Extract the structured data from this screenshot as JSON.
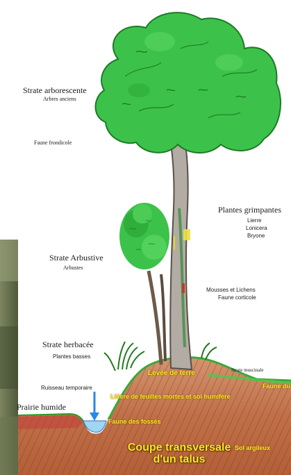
{
  "strata": {
    "arborescente": {
      "title": "Strate arborescente",
      "sub": "Arbres anciens"
    },
    "faune_frondicole": "Faune frondicole",
    "arbustive": {
      "title": "Strate Arbustive",
      "sub": "Arbustes"
    },
    "herbacee": {
      "title": "Strate herbacée",
      "sub": "Plantes basses"
    },
    "muscinale": "Strate muscinale"
  },
  "climbers": {
    "title": "Plantes grimpantes",
    "items": [
      "Lierre",
      "Lonicera",
      "Bryone"
    ]
  },
  "bark": {
    "line1": "Mousses et Lichens",
    "line2": "Faune corticole"
  },
  "water": {
    "stream": "Ruisseau temporaire",
    "meadow": "Prairie humide"
  },
  "soil": {
    "levee": "Levée de terre",
    "litter": "Litière de feuilles mortes et sol humifère",
    "faune_sol": "Faune du sol",
    "faune_fosses": "Faune des fossés",
    "sol_argileux": "Sol argileux"
  },
  "title": {
    "line1": "Coupe transversale",
    "line2": "d'un talus"
  },
  "colors": {
    "foliage": "#3cc24a",
    "foliage_dark": "#1c7a26",
    "soil_top": "#c98a5e",
    "soil_deep": "#b4633a",
    "label_yellow": "#f6ea17",
    "water": "#2a86e8"
  }
}
